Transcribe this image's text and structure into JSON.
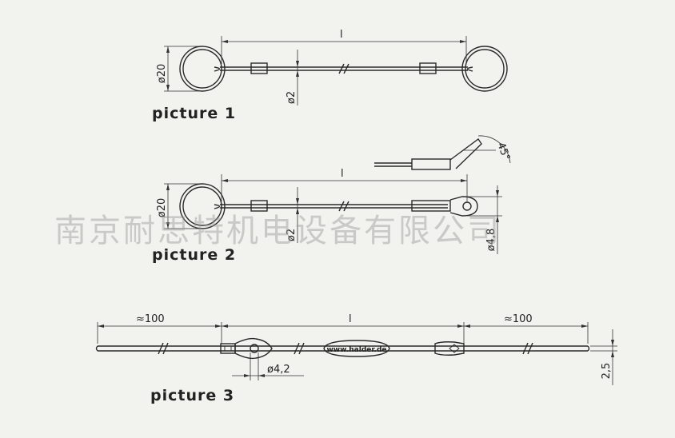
{
  "pictures": [
    {
      "caption": "picture 1",
      "length": "l",
      "ring_dia": "ø20",
      "wire_dia": "ø2"
    },
    {
      "caption": "picture 2",
      "length": "l",
      "ring_dia": "ø20",
      "wire_dia": "ø2",
      "eye_dia": "ø4,8",
      "angle": "45°"
    },
    {
      "caption": "picture 3",
      "left_len": "≈100",
      "length": "l",
      "right_len": "≈100",
      "hole_dia": "ø4,2",
      "height": "2,5",
      "label": "www.halder.de"
    }
  ],
  "watermark": "南京耐思特机电设备有限公司"
}
